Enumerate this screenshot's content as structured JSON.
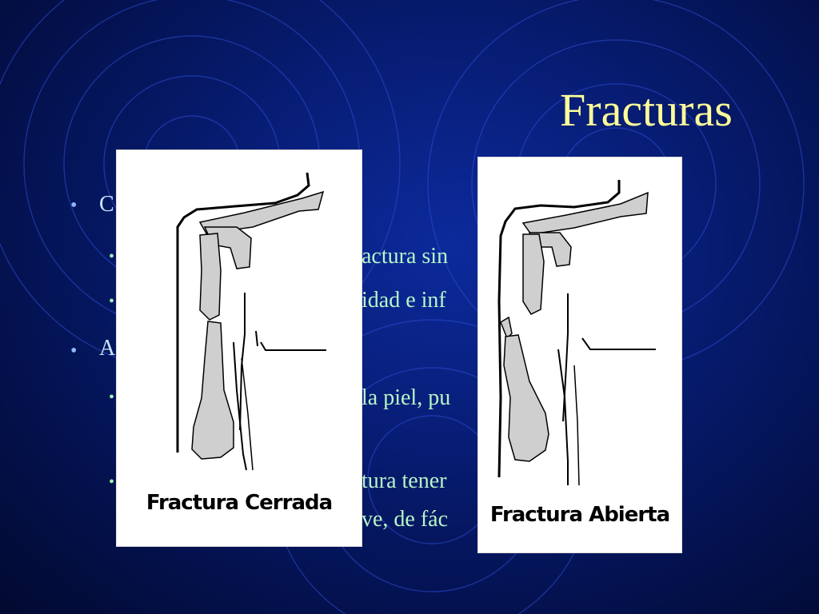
{
  "slide": {
    "title": "Fracturas",
    "bullets": [
      {
        "level": 1,
        "text": "C"
      },
      {
        "level": 2,
        "text": "actura sin"
      },
      {
        "level": 2,
        "text": "idad e inf"
      },
      {
        "level": 1,
        "text": "A"
      },
      {
        "level": 2,
        "text": "la piel, pu                      lir"
      },
      {
        "level": 2,
        "text": "tura tener"
      },
      {
        "level": 2,
        "text": "ve, de fác"
      }
    ],
    "figures": [
      {
        "caption": "Fractura Cerrada"
      },
      {
        "caption": "Fractura Abierta"
      }
    ],
    "colors": {
      "title": "#ffff99",
      "level1": "#c8e6ff",
      "level2": "#b7f5c7",
      "background": "#071c72"
    }
  }
}
